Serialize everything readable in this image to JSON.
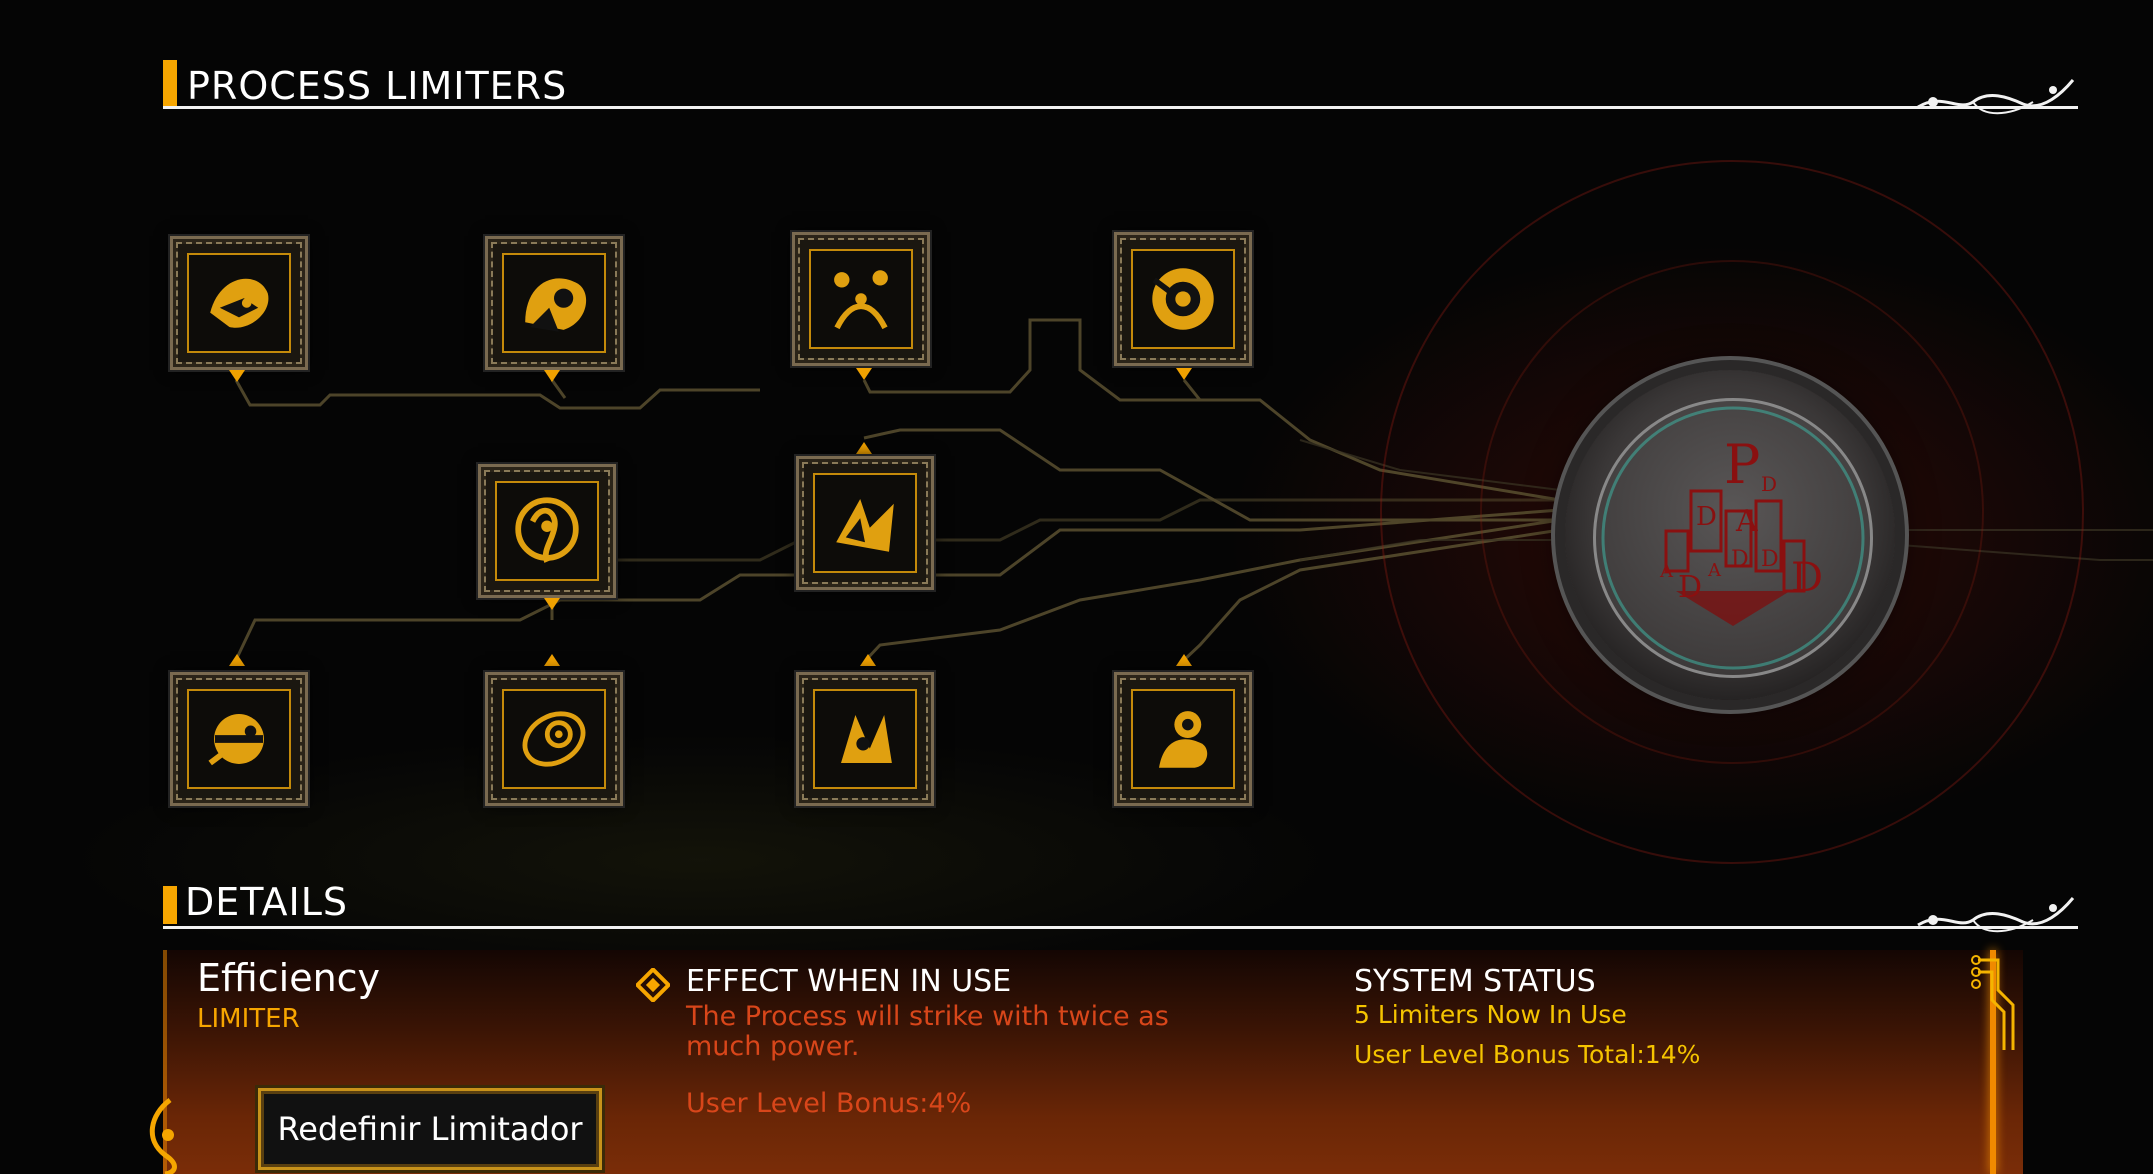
{
  "process_limiters": {
    "title": "PROCESS LIMITERS"
  },
  "limiters": [
    {
      "id": 1,
      "icon": "limiter-glyph-1"
    },
    {
      "id": 2,
      "icon": "limiter-glyph-2"
    },
    {
      "id": 3,
      "icon": "limiter-glyph-3"
    },
    {
      "id": 4,
      "icon": "limiter-glyph-4"
    },
    {
      "id": 5,
      "icon": "limiter-glyph-5"
    },
    {
      "id": 6,
      "icon": "limiter-glyph-6"
    },
    {
      "id": 7,
      "icon": "limiter-glyph-7"
    },
    {
      "id": 8,
      "icon": "limiter-glyph-8"
    },
    {
      "id": 9,
      "icon": "limiter-glyph-9"
    },
    {
      "id": 10,
      "icon": "limiter-glyph-10"
    }
  ],
  "core": {
    "icon": "process-core-emblem",
    "letters": [
      "P",
      "A",
      "D",
      "D",
      "D",
      "A",
      "D",
      "D",
      "A",
      "D"
    ]
  },
  "details": {
    "title": "DETAILS",
    "name": "Efficiency",
    "type": "LIMITER",
    "reset_button": "Redefinir Limitador",
    "effect_title": "EFFECT WHEN IN USE",
    "effect_description": "The Process will strike with twice as much power.",
    "effect_bonus": "User Level Bonus:4%",
    "status_title": "SYSTEM STATUS",
    "status_count": "5 Limiters Now In Use",
    "status_total": "User Level Bonus Total:14%"
  },
  "colors": {
    "accent": "#f7a600",
    "effect_text": "#d8461a",
    "status_text": "#f5c400"
  }
}
